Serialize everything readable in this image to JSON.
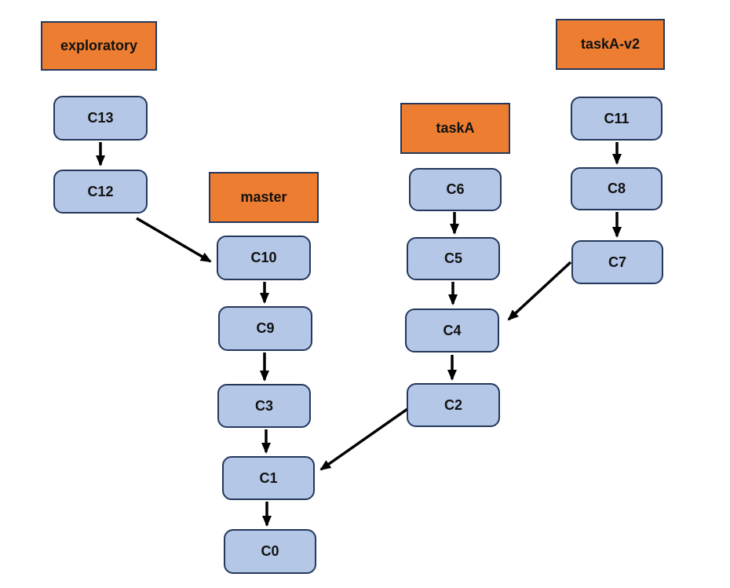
{
  "diagram": {
    "type": "git-commit-graph",
    "branches": [
      {
        "id": "exploratory",
        "label": "exploratory"
      },
      {
        "id": "master",
        "label": "master"
      },
      {
        "id": "taskA",
        "label": "taskA"
      },
      {
        "id": "taskA-v2",
        "label": "taskA-v2"
      }
    ],
    "commits": [
      {
        "id": "C13",
        "label": "C13"
      },
      {
        "id": "C12",
        "label": "C12"
      },
      {
        "id": "C10",
        "label": "C10"
      },
      {
        "id": "C9",
        "label": "C9"
      },
      {
        "id": "C3",
        "label": "C3"
      },
      {
        "id": "C1",
        "label": "C1"
      },
      {
        "id": "C0",
        "label": "C0"
      },
      {
        "id": "C6",
        "label": "C6"
      },
      {
        "id": "C5",
        "label": "C5"
      },
      {
        "id": "C4",
        "label": "C4"
      },
      {
        "id": "C2",
        "label": "C2"
      },
      {
        "id": "C11",
        "label": "C11"
      },
      {
        "id": "C8",
        "label": "C8"
      },
      {
        "id": "C7",
        "label": "C7"
      }
    ],
    "edges": [
      {
        "from": "C13",
        "to": "C12"
      },
      {
        "from": "C12",
        "to": "C10"
      },
      {
        "from": "C10",
        "to": "C9"
      },
      {
        "from": "C9",
        "to": "C3"
      },
      {
        "from": "C3",
        "to": "C1"
      },
      {
        "from": "C1",
        "to": "C0"
      },
      {
        "from": "C6",
        "to": "C5"
      },
      {
        "from": "C5",
        "to": "C4"
      },
      {
        "from": "C4",
        "to": "C2"
      },
      {
        "from": "C2",
        "to": "C1"
      },
      {
        "from": "C11",
        "to": "C8"
      },
      {
        "from": "C8",
        "to": "C7"
      },
      {
        "from": "C7",
        "to": "C4"
      }
    ],
    "colors": {
      "branch_fill": "#ED7D31",
      "commit_fill": "#B4C7E7",
      "box_border": "#24385C",
      "arrow": "#000000",
      "text": "#111111",
      "background": "#FFFFFF"
    }
  }
}
